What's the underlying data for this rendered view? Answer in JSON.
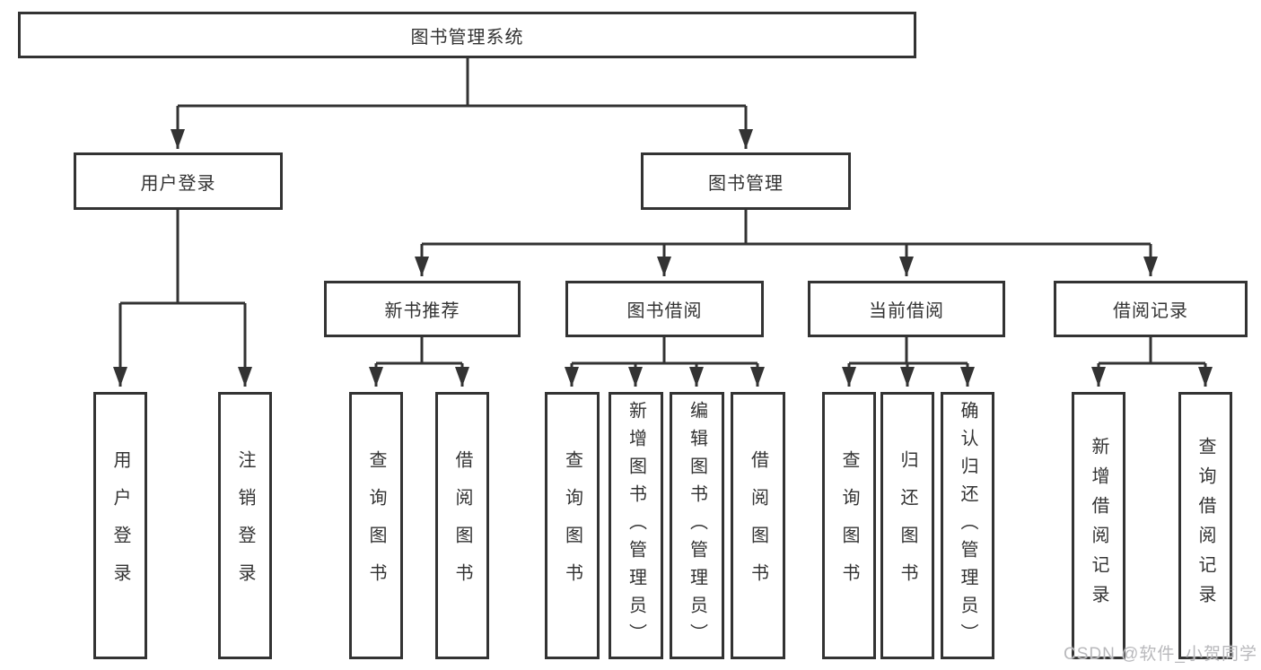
{
  "colors": {
    "line": "#333333",
    "box_border": "#333333",
    "text": "#333333",
    "watermark": "#b9b9bc",
    "background": "#ffffff"
  },
  "watermark": {
    "text": "CSDN @软件_小贺同学"
  },
  "diagram": {
    "title": "图书管理系统",
    "nodes": [
      {
        "id": "library-system",
        "label": "图书管理系统",
        "level": 1,
        "parent": null
      },
      {
        "id": "user-login",
        "label": "用户登录",
        "level": 2,
        "parent": "library-system"
      },
      {
        "id": "book-management",
        "label": "图书管理",
        "level": 2,
        "parent": "library-system"
      },
      {
        "id": "new-book-recommend",
        "label": "新书推荐",
        "level": 3,
        "parent": "book-management"
      },
      {
        "id": "book-borrowing",
        "label": "图书借阅",
        "level": 3,
        "parent": "book-management"
      },
      {
        "id": "current-borrowing",
        "label": "当前借阅",
        "level": 3,
        "parent": "book-management"
      },
      {
        "id": "borrowing-records",
        "label": "借阅记录",
        "level": 3,
        "parent": "book-management"
      },
      {
        "id": "leaf-user-login",
        "label": "用户登录",
        "level": 4,
        "parent": "user-login"
      },
      {
        "id": "leaf-logout",
        "label": "注销登录",
        "level": 4,
        "parent": "user-login"
      },
      {
        "id": "leaf-query-books-recommend",
        "label": "查询图书",
        "level": 4,
        "parent": "new-book-recommend"
      },
      {
        "id": "leaf-borrow-books-recommend",
        "label": "借阅图书",
        "level": 4,
        "parent": "new-book-recommend"
      },
      {
        "id": "leaf-query-books-borrowing",
        "label": "查询图书",
        "level": 4,
        "parent": "book-borrowing"
      },
      {
        "id": "leaf-add-books-admin",
        "label": "新增图书（管理员）",
        "level": 4,
        "parent": "book-borrowing"
      },
      {
        "id": "leaf-edit-books-admin",
        "label": "编辑图书（管理员）",
        "level": 4,
        "parent": "book-borrowing"
      },
      {
        "id": "leaf-borrow-books",
        "label": "借阅图书",
        "level": 4,
        "parent": "book-borrowing"
      },
      {
        "id": "leaf-query-books-current",
        "label": "查询图书",
        "level": 4,
        "parent": "current-borrowing"
      },
      {
        "id": "leaf-return-books",
        "label": "归还图书",
        "level": 4,
        "parent": "current-borrowing"
      },
      {
        "id": "leaf-confirm-return-admin",
        "label": "确认归还（管理员）",
        "level": 4,
        "parent": "current-borrowing"
      },
      {
        "id": "leaf-add-borrow-record",
        "label": "新增借阅记录",
        "level": 4,
        "parent": "borrowing-records"
      },
      {
        "id": "leaf-query-borrow-record",
        "label": "查询借阅记录",
        "level": 4,
        "parent": "borrowing-records"
      }
    ]
  }
}
